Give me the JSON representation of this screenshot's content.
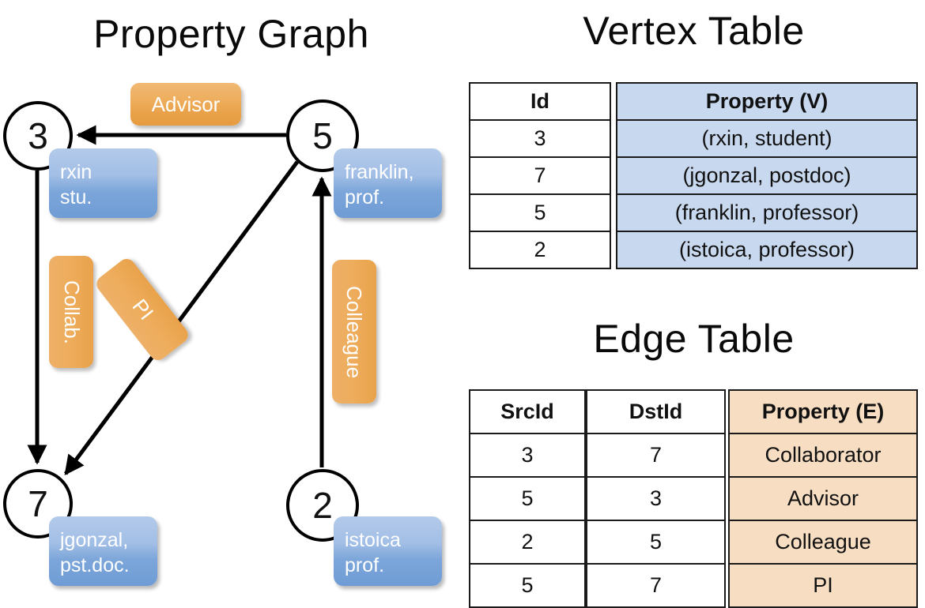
{
  "titles": {
    "property_graph": "Property Graph",
    "vertex_table": "Vertex Table",
    "edge_table": "Edge Table"
  },
  "graph": {
    "vertices": [
      {
        "id": "3",
        "property": "rxin\nstu."
      },
      {
        "id": "5",
        "property": "franklin,\nprof."
      },
      {
        "id": "7",
        "property": "jgonzal,\npst.doc."
      },
      {
        "id": "2",
        "property": "istoica\nprof."
      }
    ],
    "edge_labels": {
      "advisor": "Advisor",
      "collab": "Collab.",
      "pi": "PI",
      "colleague": "Colleague"
    },
    "colors": {
      "vertex_fill": "#ffffff",
      "vertex_stroke": "#000000",
      "property_box": "#7ca6da",
      "edge_label_box": "#eaa24c",
      "edge_line": "#000000"
    }
  },
  "vertex_table": {
    "headers": [
      "Id",
      "Property (V)"
    ],
    "rows": [
      {
        "id": "3",
        "property": "(rxin, student)"
      },
      {
        "id": "7",
        "property": "(jgonzal, postdoc)"
      },
      {
        "id": "5",
        "property": "(franklin, professor)"
      },
      {
        "id": "2",
        "property": "(istoica, professor)"
      }
    ],
    "property_column_color": "#c8d8ef"
  },
  "edge_table": {
    "headers": [
      "SrcId",
      "DstId",
      "Property (E)"
    ],
    "rows": [
      {
        "src": "3",
        "dst": "7",
        "property": "Collaborator"
      },
      {
        "src": "5",
        "dst": "3",
        "property": "Advisor"
      },
      {
        "src": "2",
        "dst": "5",
        "property": "Colleague"
      },
      {
        "src": "5",
        "dst": "7",
        "property": "PI"
      }
    ],
    "property_column_color": "#f7ddc2"
  }
}
